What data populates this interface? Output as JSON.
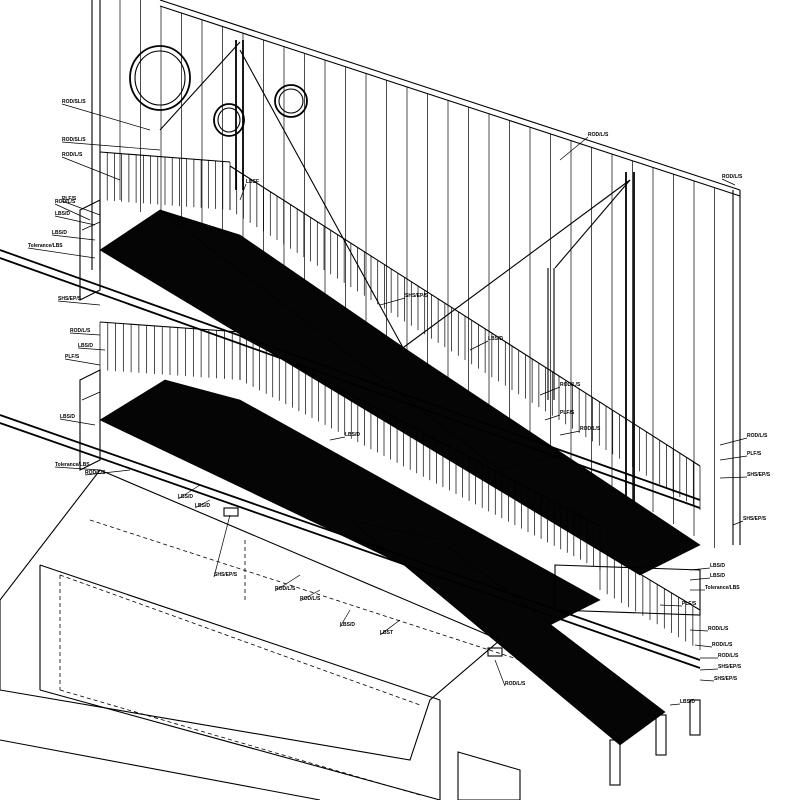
{
  "drawing": {
    "labels": [
      "ROD/SL/S",
      "ROD/SL/S",
      "ROD/L/S",
      "PLF/S",
      "LBSF",
      "ROD/L/S",
      "LBS/D",
      "LBS/D",
      "Tolerance/LBS",
      "SHS/EP/S",
      "ROD/L/S",
      "LBS/D",
      "PLF/S",
      "LBS/D",
      "Tolerance/LBS",
      "ROD/L/S",
      "LBS/D",
      "LBS/D",
      "SHS/EP/S",
      "ROD/L/S",
      "ROD/L/S",
      "LBS/D",
      "LBST",
      "SHS/EP/S",
      "ROD/L/S",
      "ROD/L/S",
      "PLF/S",
      "ROD/L/S",
      "ROD/L/S",
      "PLF/S",
      "SHS/EP/S",
      "SHS/EP/S",
      "LBS/D",
      "LBS/D",
      "Tolerance/LBS",
      "PLF/S",
      "ROD/L/S",
      "ROD/L/S",
      "ROD/L/S",
      "SHS/EP/S",
      "SHS/EP/S",
      "LBS/D",
      "LBS/D",
      "LBS/D",
      "ROD/L/S",
      "ROD/L/S"
    ]
  }
}
